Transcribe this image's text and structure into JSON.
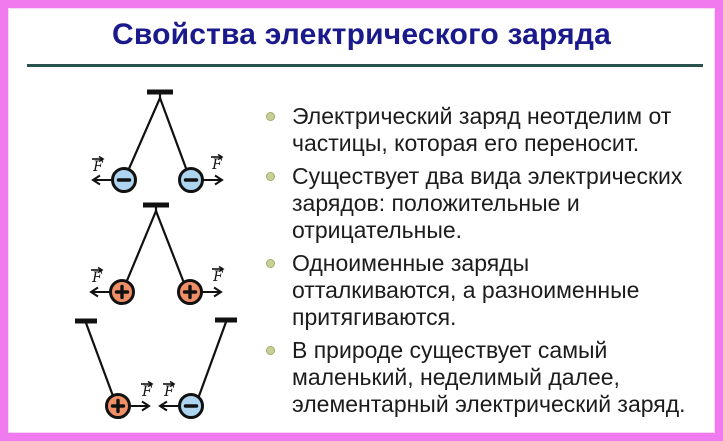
{
  "slide": {
    "title": "Свойства электрического заряда",
    "bullets": [
      {
        "lines": [
          "Электрический заряд неотделим от",
          "частицы, которая его переносит."
        ]
      },
      {
        "lines": [
          "Существует два вида электрических",
          "зарядов: положительные и",
          "отрицательные."
        ]
      },
      {
        "lines": [
          "Одноименные заряды",
          "отталкиваются, а разноименные",
          "притягиваются."
        ]
      },
      {
        "lines": [
          "В природе существует самый",
          "маленький, неделимый далее,",
          "элементарный электрический заряд."
        ]
      }
    ],
    "colors": {
      "border": "#ef7bef",
      "title": "#1a1a8c",
      "divider": "#2a524c",
      "body_text": "#1c1c1c",
      "bullet_dot": "#c9cf99",
      "bullet_dot_edge": "#a9b070",
      "negative_ball": "#aed5f0",
      "positive_ball": "#f08f66",
      "ink": "#111111"
    }
  },
  "diagram": {
    "force_label": "F",
    "positive_sign": "+",
    "negative_sign": "−",
    "scenes": [
      {
        "charges": [
          "−",
          "−"
        ],
        "interaction": "repulsion"
      },
      {
        "charges": [
          "+",
          "+"
        ],
        "interaction": "repulsion"
      },
      {
        "charges": [
          "+",
          "−"
        ],
        "interaction": "attraction"
      }
    ]
  }
}
